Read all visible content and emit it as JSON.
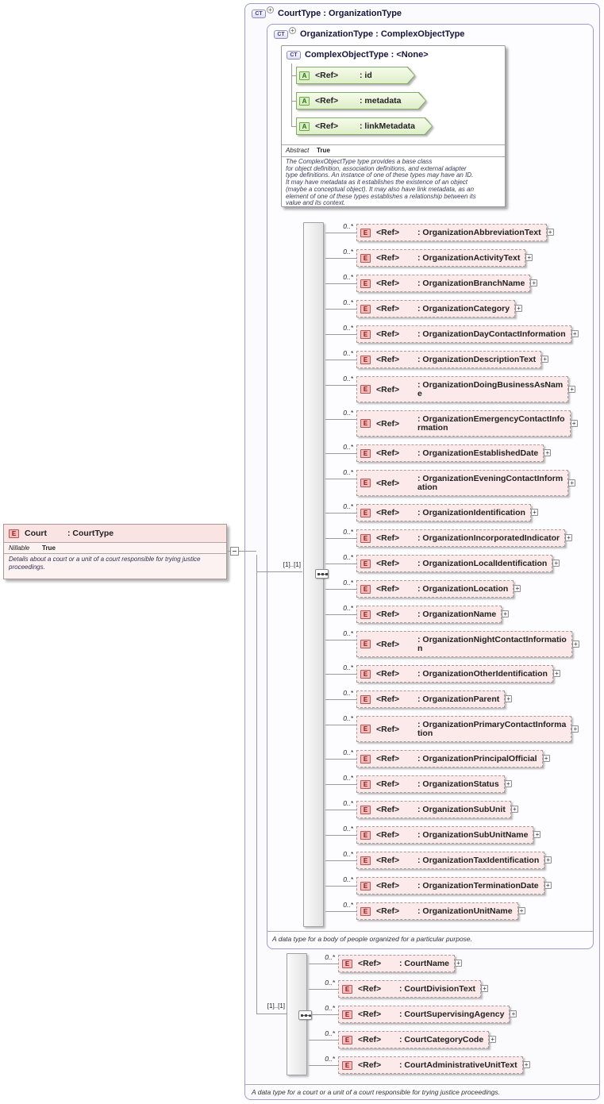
{
  "ui": {
    "type_badge": "CT",
    "element_badge": "E",
    "attribute_badge": "A",
    "ref_label": "<Ref>",
    "plus_glyph": "+",
    "colors": {
      "container_border": "#9c9ccd",
      "element_fill": "#fce9e9",
      "element_border": "#b29a9a",
      "attribute_fill": "#ddefc8",
      "attribute_border": "#85a968",
      "element_badge_border": "#b25858",
      "attribute_badge_border": "#71a348"
    }
  },
  "diagram": {
    "court_element": {
      "name": "Court",
      "type": ": CourtType",
      "nillable_label": "Nillable",
      "nillable_value": "True",
      "description": "Details about a court or a unit of a court responsible for trying justice proceedings."
    },
    "court_type": {
      "title": "CourtType : OrganizationType",
      "cardinality": "[1]..[1]",
      "elements": [
        {
          "cardinality": "0..*",
          "name": "CourtName",
          "name_label": ": CourtName"
        },
        {
          "cardinality": "0..*",
          "name": "CourtDivisionText",
          "name_label": ": CourtDivisionText"
        },
        {
          "cardinality": "0..*",
          "name": "CourtSupervisingAgency",
          "name_label": ": CourtSupervisingAgency"
        },
        {
          "cardinality": "0..*",
          "name": "CourtCategoryCode",
          "name_label": ": CourtCategoryCode"
        },
        {
          "cardinality": "0..*",
          "name": "CourtAdministrativeUnitText",
          "name_label": ": CourtAdministrativeUnitText"
        }
      ],
      "footnote": "A data type for a court or a unit of a court responsible for trying justice proceedings."
    },
    "organization_type": {
      "title": "OrganizationType : ComplexObjectType",
      "cardinality": "[1]..[1]",
      "elements": [
        {
          "cardinality": "0..*",
          "name": "OrganizationAbbreviationText",
          "name_label": ": OrganizationAbbreviationText"
        },
        {
          "cardinality": "0..*",
          "name": "OrganizationActivityText",
          "name_label": ": OrganizationActivityText"
        },
        {
          "cardinality": "0..*",
          "name": "OrganizationBranchName",
          "name_label": ": OrganizationBranchName"
        },
        {
          "cardinality": "0..*",
          "name": "OrganizationCategory",
          "name_label": ": OrganizationCategory"
        },
        {
          "cardinality": "0..*",
          "name": "OrganizationDayContactInformation",
          "name_label": ": OrganizationDayContactInformation"
        },
        {
          "cardinality": "0..*",
          "name": "OrganizationDescriptionText",
          "name_label": ": OrganizationDescriptionText"
        },
        {
          "cardinality": "0..*",
          "name": "OrganizationDoingBusinessAsName",
          "name_label": ": OrganizationDoingBusinessAsNam\ne"
        },
        {
          "cardinality": "0..*",
          "name": "OrganizationEmergencyContactInformation",
          "name_label": ": OrganizationEmergencyContactInfo\nrmation"
        },
        {
          "cardinality": "0..*",
          "name": "OrganizationEstablishedDate",
          "name_label": ": OrganizationEstablishedDate"
        },
        {
          "cardinality": "0..*",
          "name": "OrganizationEveningContactInformation",
          "name_label": ": OrganizationEveningContactInform\nation"
        },
        {
          "cardinality": "0..*",
          "name": "OrganizationIdentification",
          "name_label": ": OrganizationIdentification"
        },
        {
          "cardinality": "0..*",
          "name": "OrganizationIncorporatedIndicator",
          "name_label": ": OrganizationIncorporatedIndicator"
        },
        {
          "cardinality": "0..*",
          "name": "OrganizationLocalIdentification",
          "name_label": ": OrganizationLocalIdentification"
        },
        {
          "cardinality": "0..*",
          "name": "OrganizationLocation",
          "name_label": ": OrganizationLocation"
        },
        {
          "cardinality": "0..*",
          "name": "OrganizationName",
          "name_label": ": OrganizationName"
        },
        {
          "cardinality": "0..*",
          "name": "OrganizationNightContactInformation",
          "name_label": ": OrganizationNightContactInformatio\nn"
        },
        {
          "cardinality": "0..*",
          "name": "OrganizationOtherIdentification",
          "name_label": ": OrganizationOtherIdentification"
        },
        {
          "cardinality": "0..*",
          "name": "OrganizationParent",
          "name_label": ": OrganizationParent"
        },
        {
          "cardinality": "0..*",
          "name": "OrganizationPrimaryContactInformation",
          "name_label": ": OrganizationPrimaryContactInforma\ntion"
        },
        {
          "cardinality": "0..*",
          "name": "OrganizationPrincipalOfficial",
          "name_label": ": OrganizationPrincipalOfficial"
        },
        {
          "cardinality": "0..*",
          "name": "OrganizationStatus",
          "name_label": ": OrganizationStatus"
        },
        {
          "cardinality": "0..*",
          "name": "OrganizationSubUnit",
          "name_label": ": OrganizationSubUnit"
        },
        {
          "cardinality": "0..*",
          "name": "OrganizationSubUnitName",
          "name_label": ": OrganizationSubUnitName"
        },
        {
          "cardinality": "0..*",
          "name": "OrganizationTaxIdentification",
          "name_label": ": OrganizationTaxIdentification"
        },
        {
          "cardinality": "0..*",
          "name": "OrganizationTerminationDate",
          "name_label": ": OrganizationTerminationDate"
        },
        {
          "cardinality": "0..*",
          "name": "OrganizationUnitName",
          "name_label": ": OrganizationUnitName"
        }
      ],
      "footnote": "A data type for a body of people organized for a particular purpose."
    },
    "complex_object_type": {
      "title": "ComplexObjectType : <None>",
      "attributes": [
        {
          "name": ": id"
        },
        {
          "name": ": metadata"
        },
        {
          "name": ": linkMetadata"
        }
      ],
      "abstract_label": "Abstract",
      "abstract_value": "True",
      "description": "The ComplexObjectType type provides a base class\nfor object definition, association definitions, and external adapter\ntype definitions. An instance of one of these types may have an ID.\nIt may have metadata as it establishes the existence of an object\n(maybe a conceptual object). It may also have link metadata, as an\nelement of one of these types establishes a relationship between its\nvalue and its context."
    }
  }
}
